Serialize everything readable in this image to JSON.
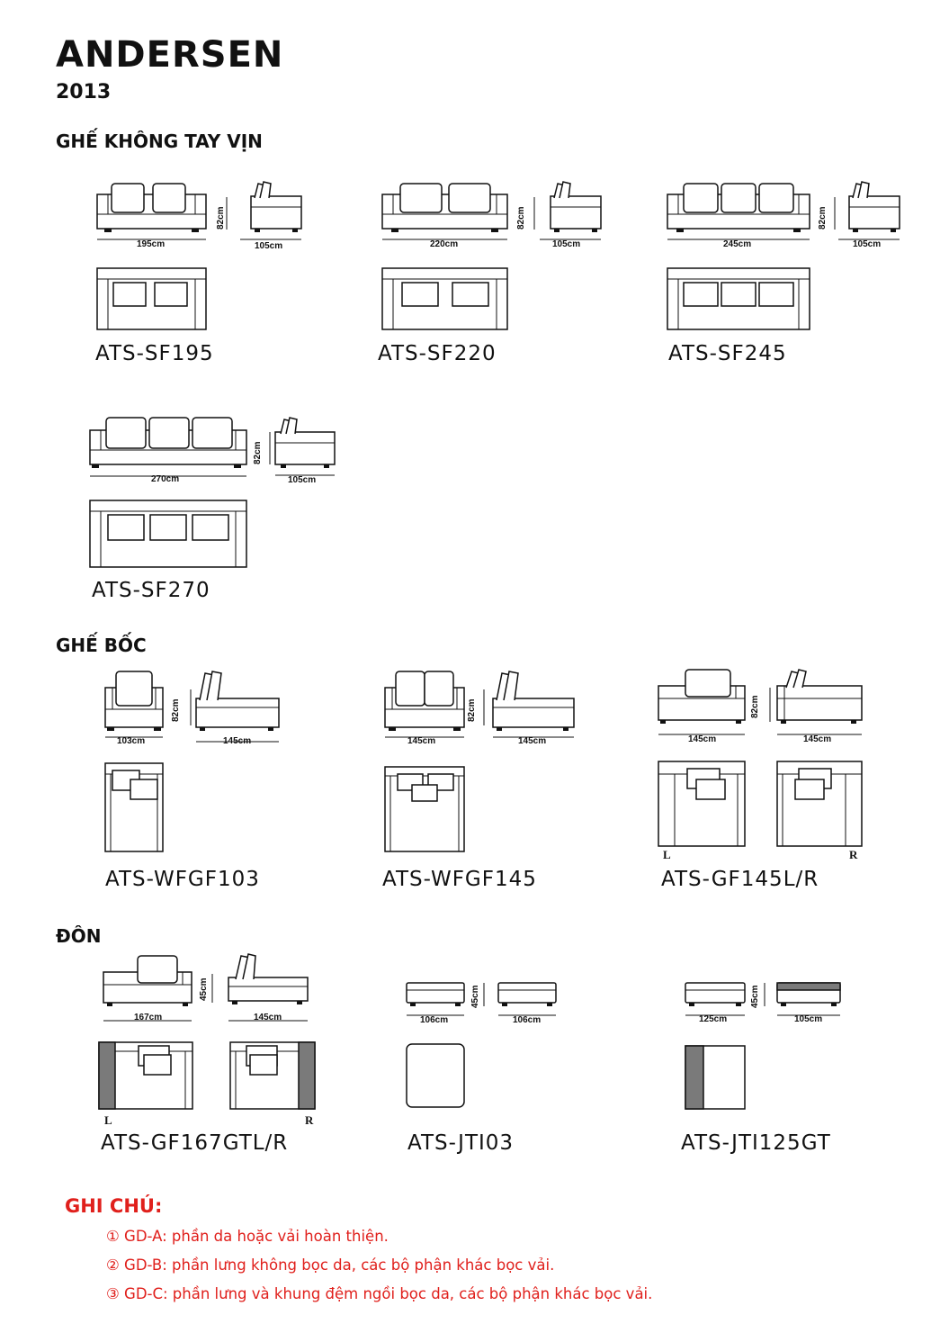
{
  "header": {
    "brand": "ANDERSEN",
    "year": "2013"
  },
  "sections": {
    "armless": "GHẾ KHÔNG TAY VỊN",
    "corner": "GHẾ BỐC",
    "ottoman": "ĐÔN"
  },
  "products": [
    {
      "code": "ATS-SF195",
      "width": "195cm",
      "height": "82cm",
      "depth": "105cm"
    },
    {
      "code": "ATS-SF220",
      "width": "220cm",
      "height": "82cm",
      "depth": "105cm"
    },
    {
      "code": "ATS-SF245",
      "width": "245cm",
      "height": "82cm",
      "depth": "105cm"
    },
    {
      "code": "ATS-SF270",
      "width": "270cm",
      "height": "82cm",
      "depth": "105cm"
    },
    {
      "code": "ATS-WFGF103",
      "width": "103cm",
      "height": "82cm",
      "depth": "145cm"
    },
    {
      "code": "ATS-WFGF145",
      "width": "145cm",
      "height": "82cm",
      "depth": "145cm"
    },
    {
      "code": "ATS-GF145L/R",
      "width": "145cm",
      "height": "82cm",
      "depth": "145cm",
      "left": "L",
      "right": "R"
    },
    {
      "code": "ATS-GF167GTL/R",
      "width": "167cm",
      "height": "45cm",
      "depth": "145cm",
      "left": "L",
      "right": "R"
    },
    {
      "code": "ATS-JTI03",
      "width": "106cm",
      "height": "45cm",
      "depth": "106cm"
    },
    {
      "code": "ATS-JTI125GT",
      "width": "125cm",
      "height": "45cm",
      "depth": "105cm"
    }
  ],
  "notes": {
    "title": "GHI CHÚ:",
    "items": [
      "① GD-A:  phần da hoặc vải hoàn thiện.",
      "② GD-B:  phần lưng không bọc da, các bộ phận khác bọc vải.",
      "③ GD-C:  phần lưng và khung đệm ngồi bọc da, các bộ phận khác bọc vải."
    ]
  },
  "colors": {
    "ink": "#111111",
    "accent": "#e0201c",
    "leather": "#7a7a7a"
  }
}
